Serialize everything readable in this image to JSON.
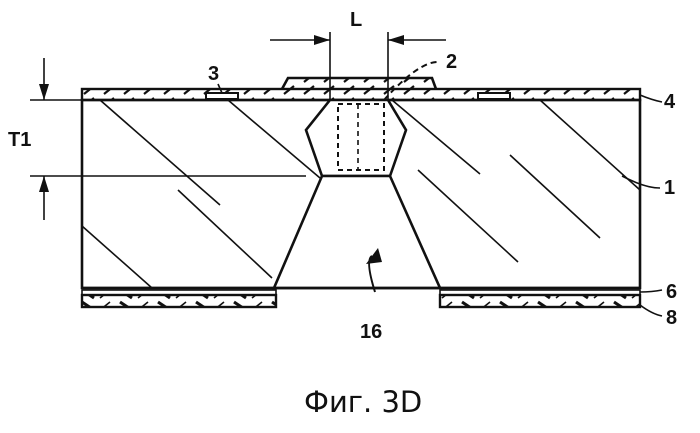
{
  "figure": {
    "caption": "Фиг. 3D",
    "labels": {
      "width": "L",
      "thickness": "T1",
      "ref_1": "1",
      "ref_2": "2",
      "ref_3": "3",
      "ref_4": "4",
      "ref_6": "6",
      "ref_8": "8",
      "ref_16": "16"
    }
  }
}
